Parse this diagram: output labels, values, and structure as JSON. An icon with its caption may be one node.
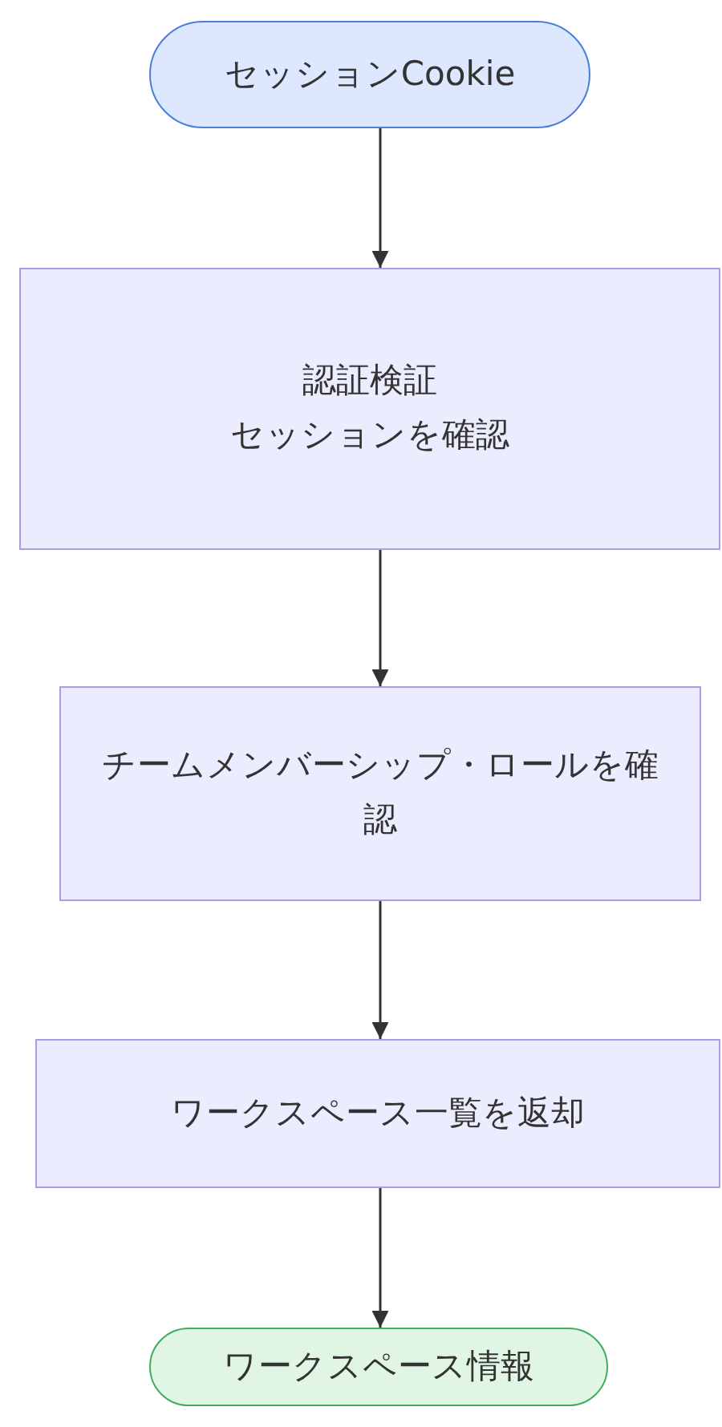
{
  "diagram": {
    "nodes": [
      {
        "text": [
          "セッションCookie"
        ]
      },
      {
        "text": [
          "認証検証",
          "セッションを確認"
        ]
      },
      {
        "text": [
          "チームメンバーシップ・ロールを確認"
        ]
      },
      {
        "text": [
          "ワークスペース一覧を返却"
        ]
      },
      {
        "text": [
          "ワークスペース情報"
        ]
      }
    ],
    "edges": [
      {
        "from": 0,
        "to": 1,
        "arrow": "to"
      },
      {
        "from": 1,
        "to": 2,
        "arrow": "to"
      },
      {
        "from": 2,
        "to": 3,
        "arrow": "to"
      },
      {
        "from": 3,
        "to": 4,
        "arrow": "to"
      }
    ]
  }
}
